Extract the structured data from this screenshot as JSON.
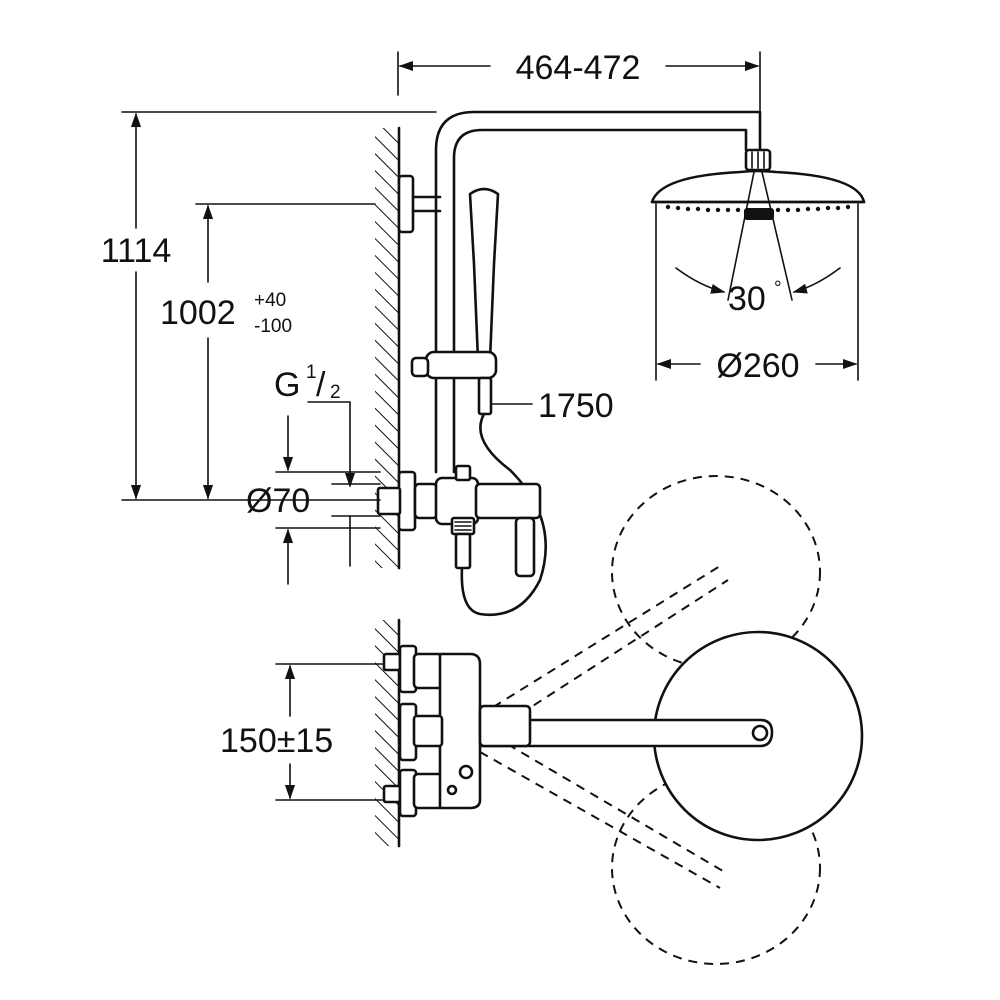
{
  "dimensions": {
    "arm_reach": "464-472",
    "total_height": "1114",
    "arm_height": "1002",
    "arm_height_tol_plus": "+40",
    "arm_height_tol_minus": "-100",
    "thread": "G",
    "thread_num": "1",
    "thread_den": "2",
    "escutcheon": "Ø70",
    "hose_length": "1750",
    "swivel_angle": "30",
    "angle_unit": "°",
    "head_diameter": "Ø260",
    "inlet_spacing": "150±15"
  }
}
